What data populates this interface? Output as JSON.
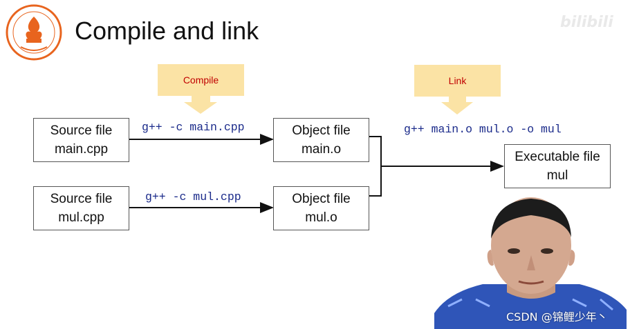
{
  "slide": {
    "title": "Compile and link",
    "watermark_top": "bilibili",
    "callouts": {
      "compile": "Compile",
      "link": "Link"
    },
    "boxes": {
      "source_main": [
        "Source file",
        "main.cpp"
      ],
      "source_mul": [
        "Source file",
        "mul.cpp"
      ],
      "object_main": [
        "Object file",
        "main.o"
      ],
      "object_mul": [
        "Object file",
        "mul.o"
      ],
      "executable": [
        "Executable file",
        "mul"
      ]
    },
    "commands": {
      "compile_main": "g++ -c main.cpp",
      "compile_mul": "g++ -c mul.cpp",
      "link": "g++ main.o mul.o -o mul"
    },
    "watermark_bottom": "CSDN @锦鲤少年丶"
  },
  "colors": {
    "callout_fill": "#fbe3a5",
    "callout_text": "#c00000",
    "command_text": "#1a2a8a",
    "logo_orange": "#e8641e"
  },
  "icons": {
    "logo": "university-seal-icon",
    "presenter": "presenter-video-icon"
  }
}
